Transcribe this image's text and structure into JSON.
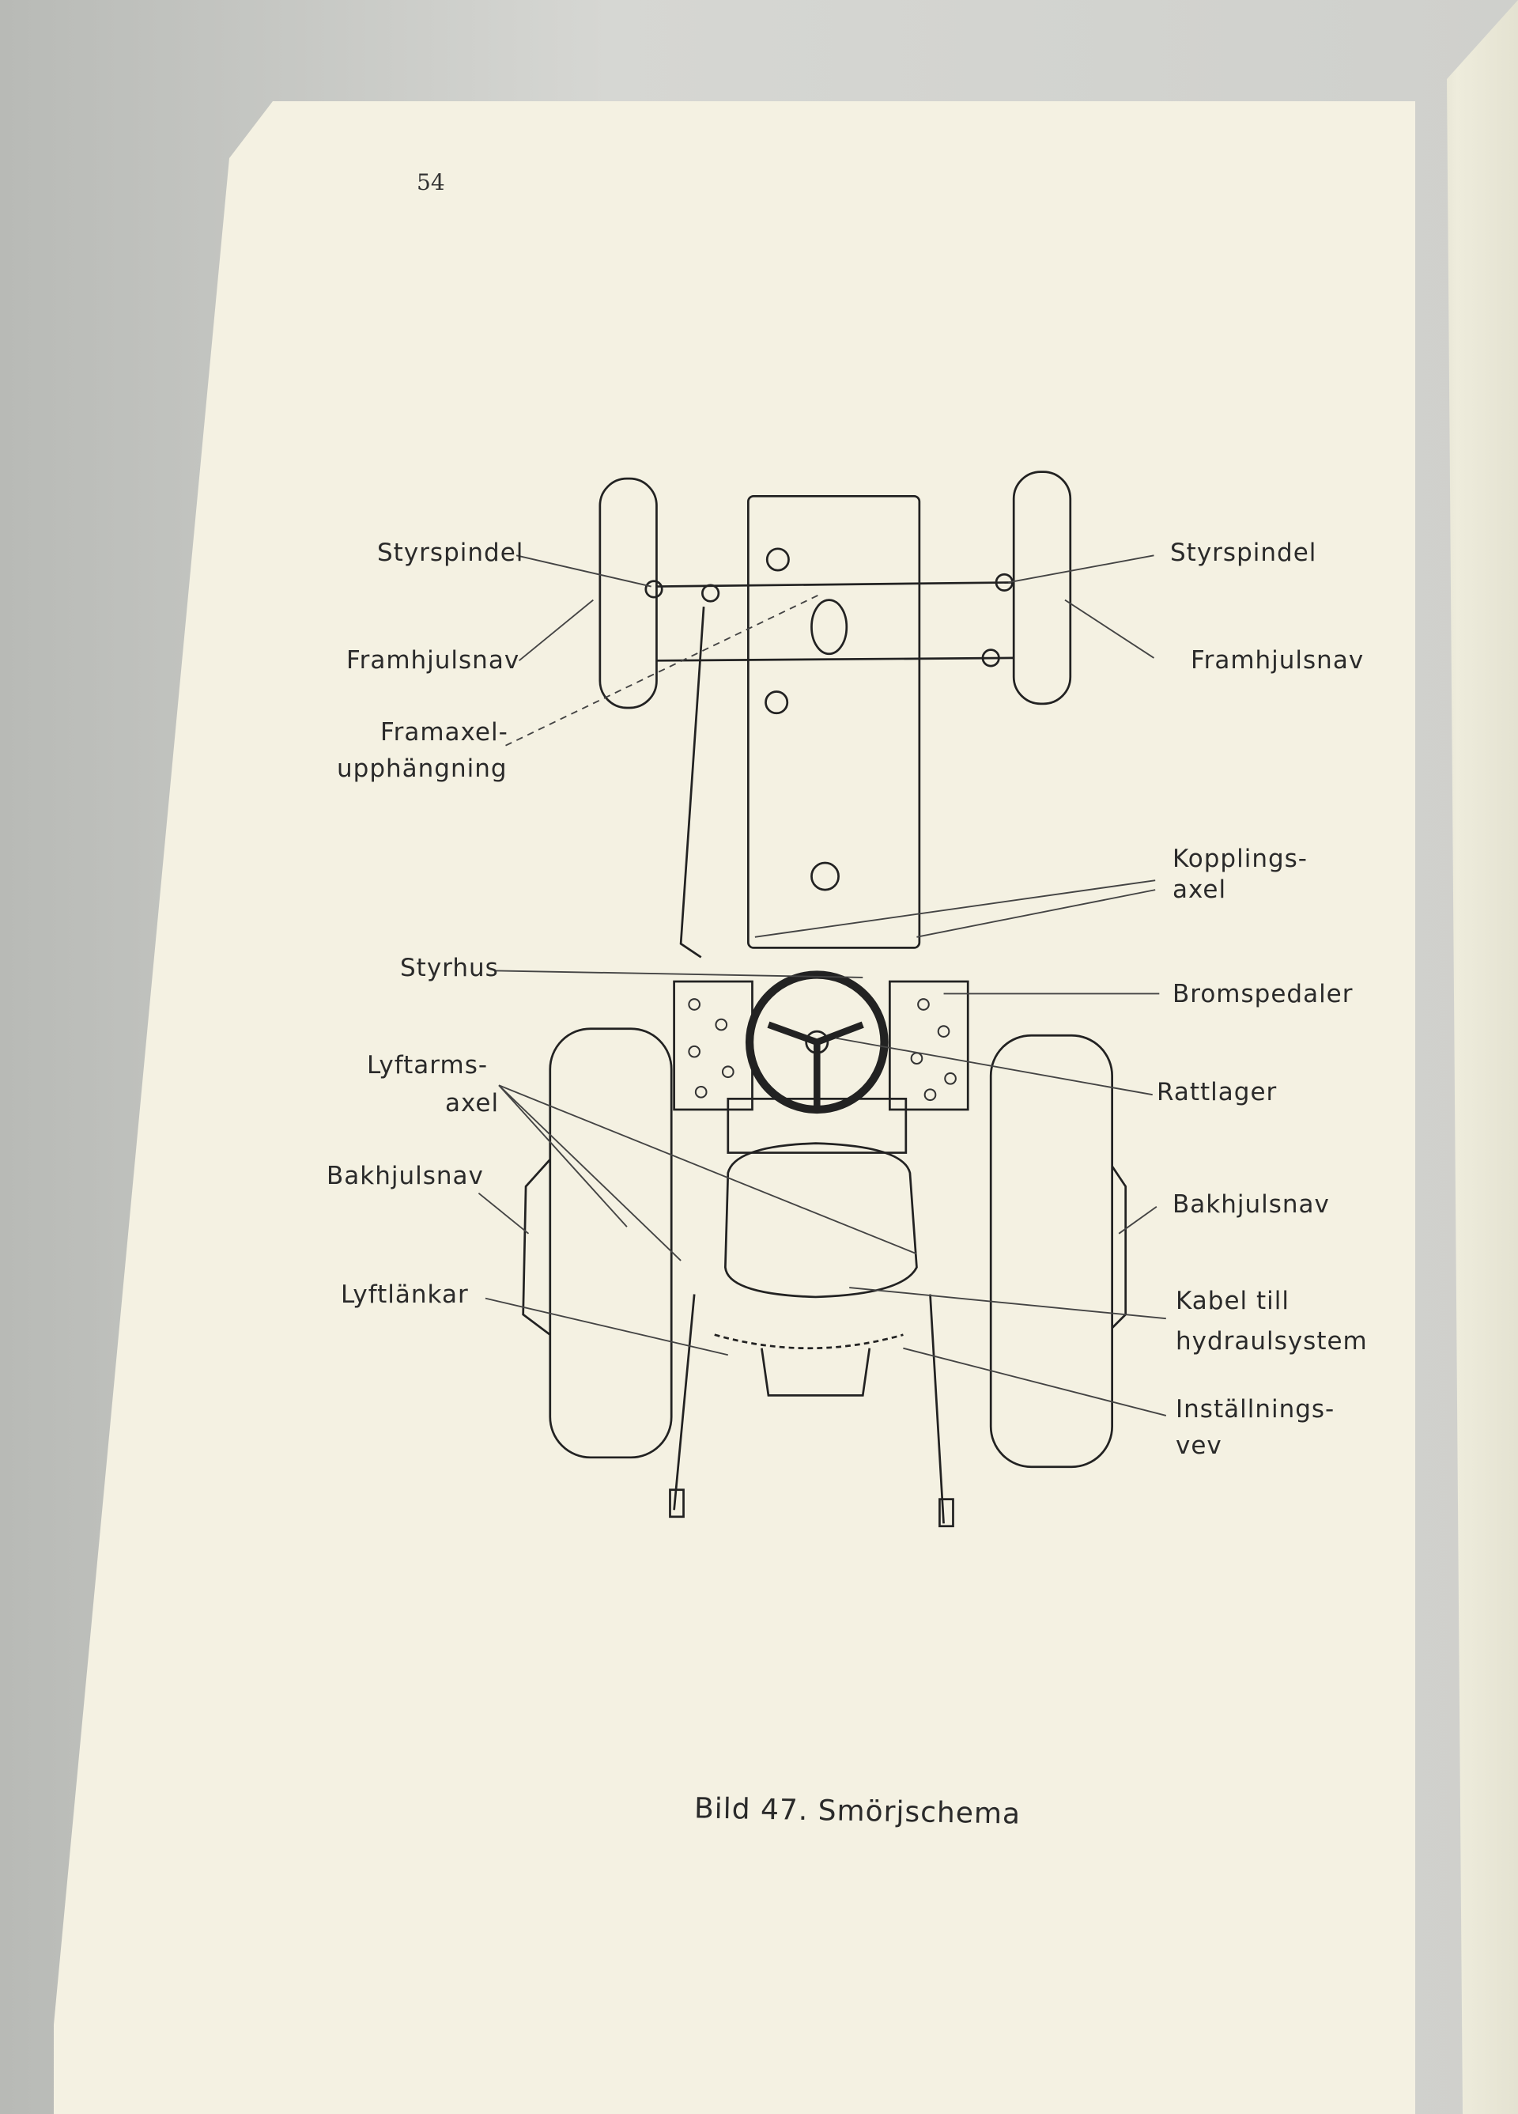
{
  "page_number": "54",
  "labels": {
    "styrspindel_left": "Styrspindel",
    "framhjulsnav_left": "Framhjulsnav",
    "framaxel_1": "Framaxel-",
    "framaxel_2": "upphängning",
    "styrhus": "Styrhus",
    "lyftarms_1": "Lyftarms-",
    "lyftarms_2": "axel",
    "bakhjulsnav_left": "Bakhjulsnav",
    "lyftlankar": "Lyftlänkar",
    "styrspindel_right": "Styrspindel",
    "framhjulsnav_right": "Framhjulsnav",
    "kopplings_1": "Kopplings-",
    "kopplings_2": "axel",
    "bromspedaler": "Bromspedaler",
    "rattlager": "Rattlager",
    "bakhjulsnav_right": "Bakhjulsnav",
    "kabel_1": "Kabel till",
    "kabel_2": "hydraulsystem",
    "installnings_1": "Inställnings-",
    "installnings_2": "vev"
  },
  "caption": "Bild 47. Smörjschema"
}
